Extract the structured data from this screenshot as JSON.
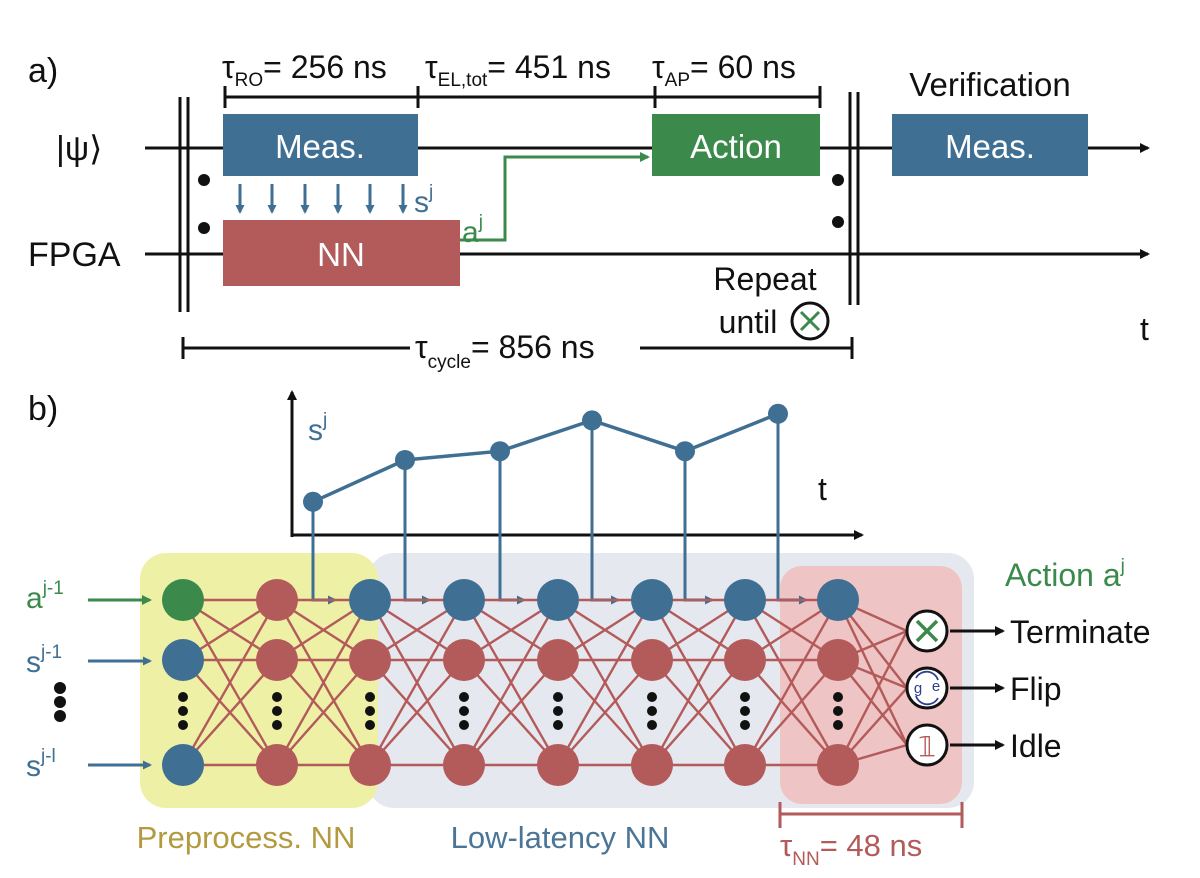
{
  "panel_a": {
    "label": "a)",
    "timing": {
      "ro": {
        "sym": "τ",
        "sub": "RO",
        "val": "= 256 ns"
      },
      "el": {
        "sym": "τ",
        "sub": "EL,tot",
        "val": "= 451 ns"
      },
      "ap": {
        "sym": "τ",
        "sub": "AP",
        "val": "= 60 ns"
      }
    },
    "verification_title": "Verification",
    "rows": {
      "psi": "|ψ⟩",
      "fpga": "FPGA"
    },
    "blocks": {
      "meas": "Meas.",
      "action": "Action",
      "nn": "NN",
      "verify_meas": "Meas."
    },
    "s_label": {
      "base": "s",
      "sup": "j"
    },
    "a_label": {
      "base": "a",
      "sup": "j"
    },
    "repeat": {
      "line1": "Repeat",
      "line2": "until"
    },
    "t_axis": "t",
    "cycle": {
      "sym": "τ",
      "sub": "cycle",
      "val": "= 856 ns"
    }
  },
  "panel_b": {
    "label": "b)",
    "plot": {
      "y_label": {
        "base": "s",
        "sup": "j"
      },
      "x_label": "t"
    },
    "inputs": [
      {
        "base": "a",
        "sup": "j-1"
      },
      {
        "base": "s",
        "sup": "j-1"
      },
      {
        "base": "s",
        "sup": "j-l"
      }
    ],
    "action_title": {
      "base": "Action a",
      "sup": "j"
    },
    "outputs": [
      "Terminate",
      "Flip",
      "Idle"
    ],
    "output_symbols": {
      "flip_g": "g",
      "flip_e": "e",
      "idle": "𝟙"
    },
    "regions": {
      "pre": "Preprocess. NN",
      "low": "Low-latency NN"
    },
    "nn_time": {
      "sym": "τ",
      "sub": "NN",
      "val": "= 48 ns"
    }
  },
  "colors": {
    "meas_blue": "#3f6f93",
    "action_green": "#3b8a4c",
    "nn_red": "#b35a5a",
    "pre_region": "#eef0a6",
    "low_region": "#e6e8ef",
    "out_region": "#efc4c4"
  },
  "chart_data": {
    "type": "line",
    "x": [
      1,
      2,
      3,
      4,
      5,
      6
    ],
    "series": [
      {
        "values": [
          0.6,
          2.5,
          2.9,
          4.3,
          2.9,
          4.6
        ]
      }
    ]
  }
}
